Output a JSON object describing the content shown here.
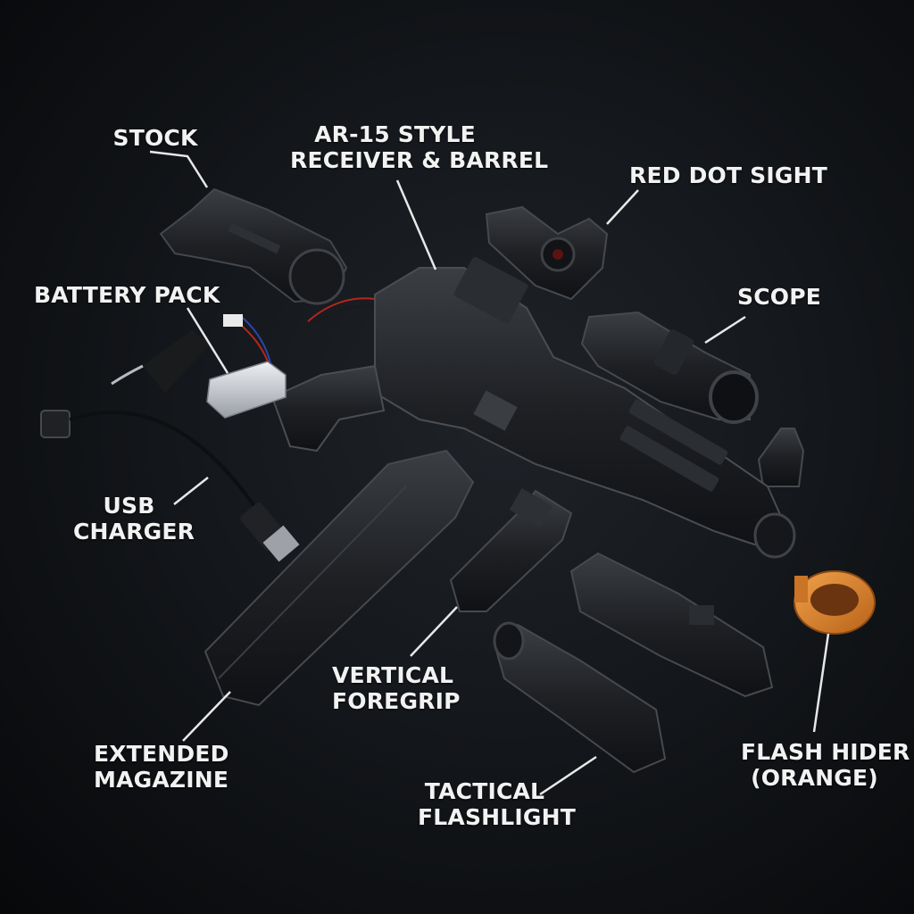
{
  "image": {
    "description_labels": {
      "stock": "STOCK",
      "receiver_line1": "AR-15 STYLE",
      "receiver_line2": "RECEIVER & BARREL",
      "red_dot": "RED DOT SIGHT",
      "battery": "BATTERY PACK",
      "scope": "SCOPE",
      "usb_line1": "USB",
      "usb_line2": "CHARGER",
      "foregrip_line1": "VERTICAL",
      "foregrip_line2": "FOREGRIP",
      "magazine_line1": "EXTENDED",
      "magazine_line2": "MAGAZINE",
      "flashlight_line1": "TACTICAL",
      "flashlight_line2": "FLASHLIGHT",
      "flash_hider_line1": "FLASH HIDER",
      "flash_hider_line2": "(ORANGE)"
    },
    "colors": {
      "background": "#121519",
      "part": "#1c1e21",
      "part_highlight": "#3a3d42",
      "flash_hider": "#d9822b",
      "battery": "#c9ccd1",
      "label": "#f2f2f2",
      "leader_line": "#e8e8e8"
    }
  }
}
